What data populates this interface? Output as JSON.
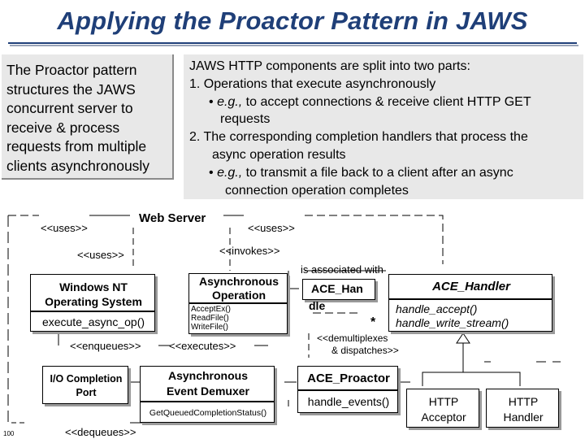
{
  "slide": {
    "title": "Applying the Proactor Pattern in JAWS",
    "page_number": "100"
  },
  "summary": {
    "text": "The Proactor pattern structures the JAWS concurrent server to receive & process requests from multiple clients asynchronously"
  },
  "components": {
    "intro": "JAWS HTTP components are split into two parts:",
    "item1": "1. Operations that execute asynchronously",
    "item1_sub_italic": "e.g.,",
    "item1_sub_rest": "to accept connections & receive client HTTP GET",
    "item1_sub_cont": "requests",
    "item2": "2. The corresponding completion handlers that process the",
    "item2_cont": "async operation results",
    "item2_sub_italic": "e.g.,",
    "item2_sub_rest": "to transmit a file back to a client after an async",
    "item2_sub_cont": "connection operation completes",
    "bullet": "•"
  },
  "diagram": {
    "web_server": "Web Server",
    "uses_left": "<<uses>>",
    "uses_right": "<<uses>>",
    "uses_mid": "<<uses>>",
    "invokes": "<<invokes>>",
    "is_associated_with": "is associated with",
    "windows_nt_line1": "Windows NT",
    "windows_nt_line2": "Operating System",
    "execute_async_op": "execute_async_op()",
    "async_op_line1": "Asynchronous",
    "async_op_line2": "Operation",
    "async_op_methods": [
      "AcceptEx()",
      "ReadFile()",
      "WriteFile()"
    ],
    "ace_handle_line1": "ACE_Han",
    "ace_handle_line2": "dle",
    "ace_handler": "ACE_Handler",
    "handle_accept": "handle_accept()",
    "handle_write_stream": "handle_write_stream()",
    "multiplicity": "*",
    "demultiplexes_line1": "<<demultiplexes",
    "demultiplexes_line2": "& dispatches>>",
    "enqueues": "<<enqueues>>",
    "executes": "<<executes>>",
    "io_port_line1": "I/O Completion",
    "io_port_line2": "Port",
    "demuxer_line1": "Asynchronous",
    "demuxer_line2": "Event Demuxer",
    "get_queued": "GetQueuedCompletionStatus()",
    "ace_proactor": "ACE_Proactor",
    "handle_events": "handle_events()",
    "http_acceptor_line1": "HTTP",
    "http_acceptor_line2": "Acceptor",
    "http_handler_line1": "HTTP",
    "http_handler_line2": "Handler",
    "dequeues": "<<dequeues>>"
  },
  "colors": {
    "title": "#1f3f78",
    "panel_bg": "#e8e8e8"
  }
}
